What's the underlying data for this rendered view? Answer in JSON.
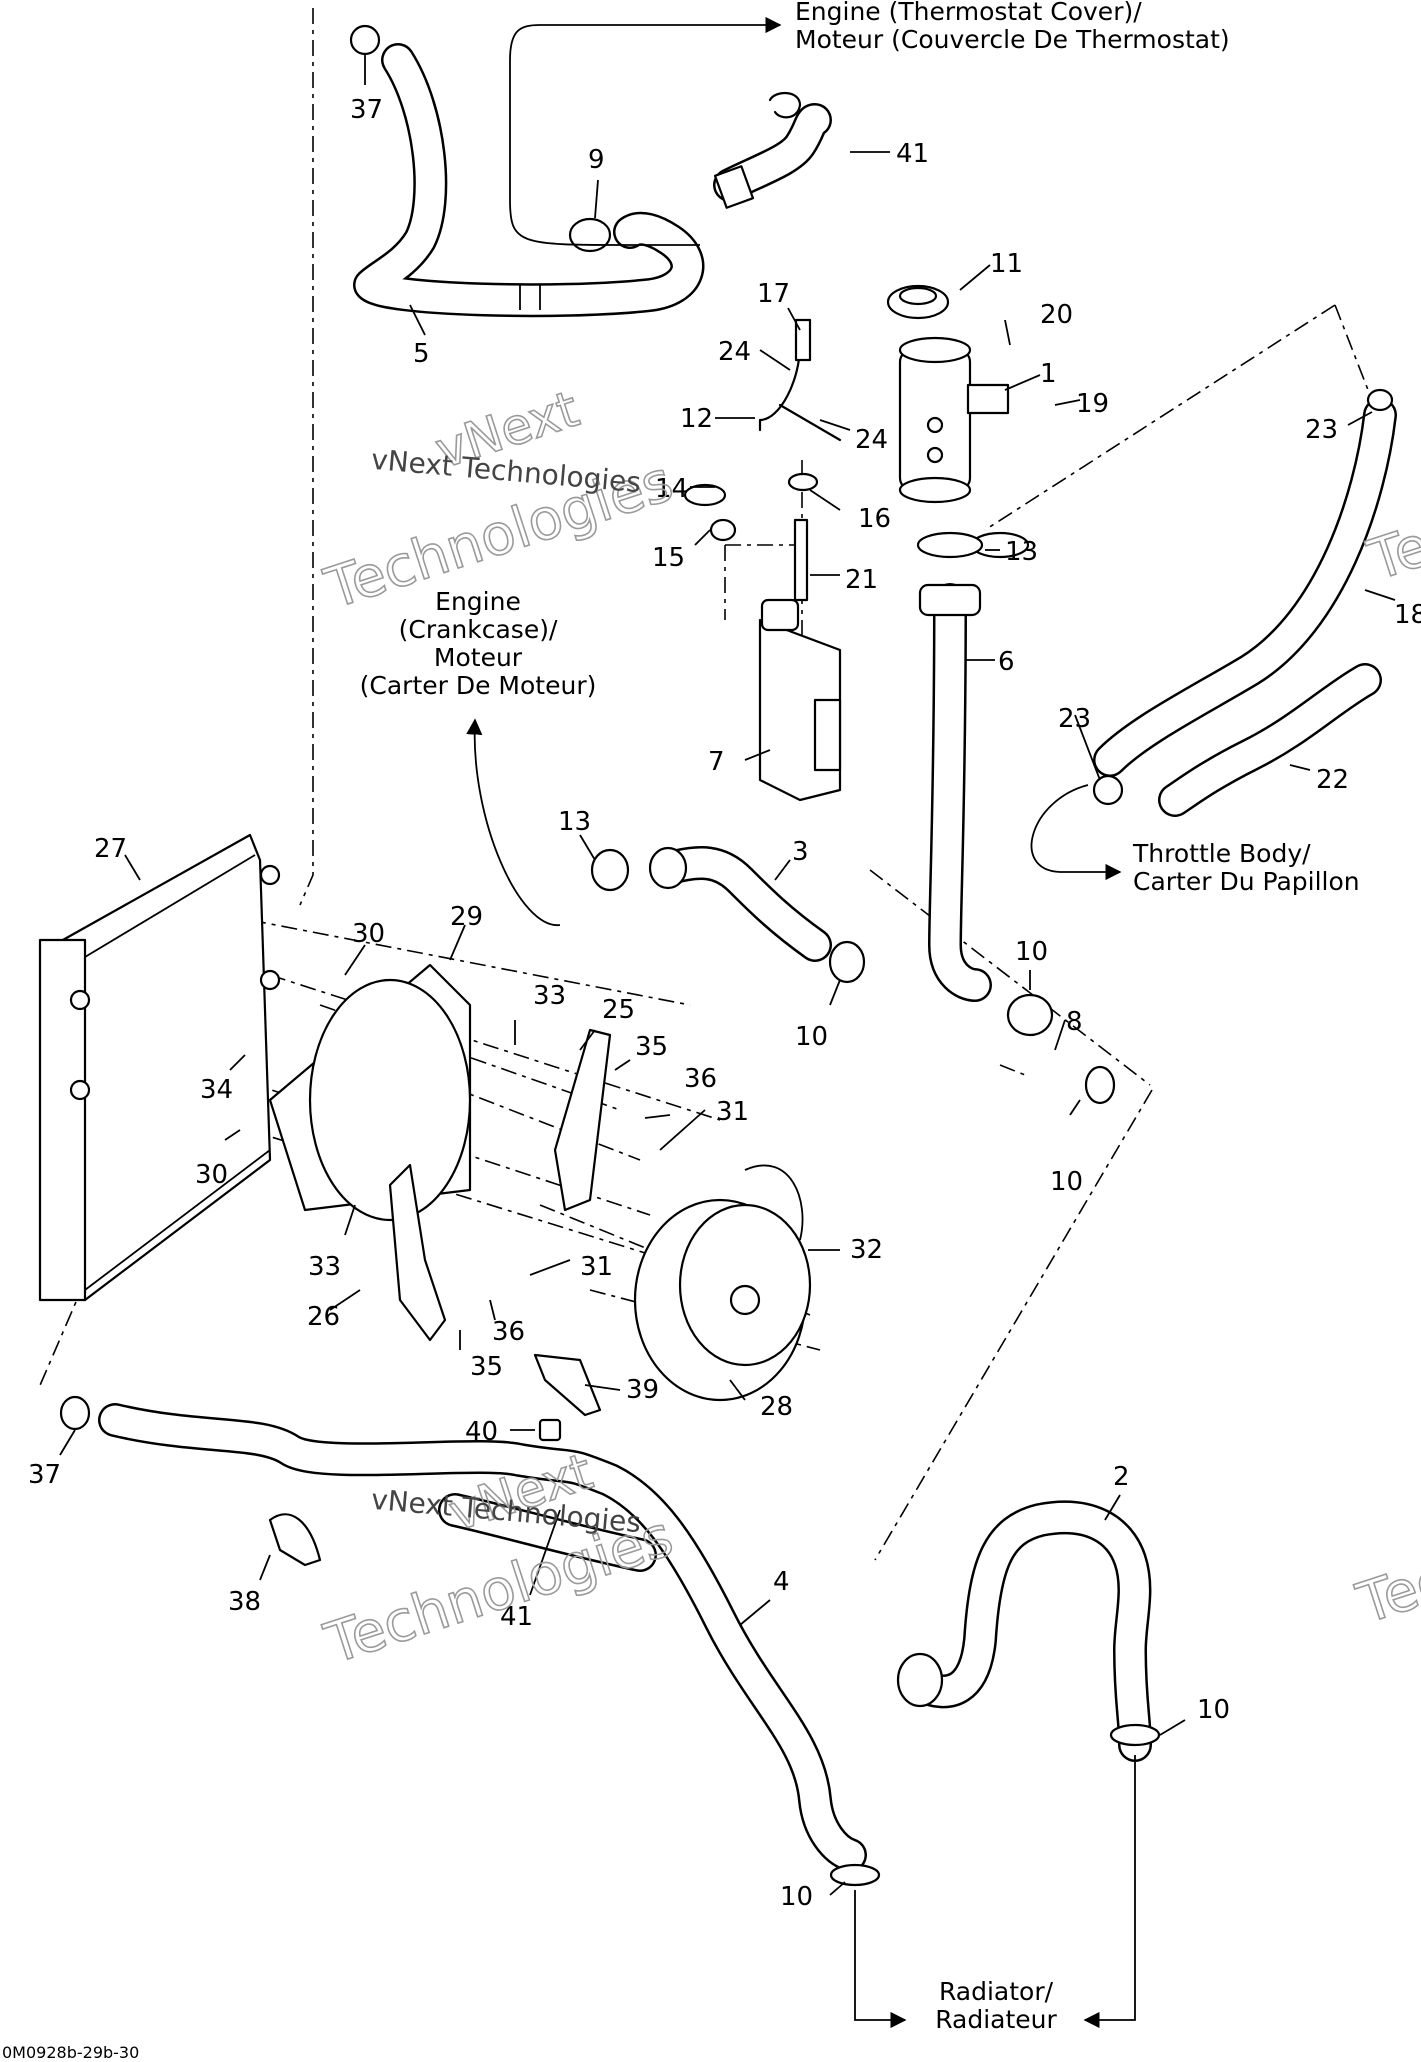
{
  "callouts": [
    {
      "id": "c37a",
      "text": "37"
    },
    {
      "id": "c5",
      "text": "5"
    },
    {
      "id": "c9",
      "text": "9"
    },
    {
      "id": "c41a",
      "text": "41"
    },
    {
      "id": "c11",
      "text": "11"
    },
    {
      "id": "c20",
      "text": "20"
    },
    {
      "id": "c17",
      "text": "17"
    },
    {
      "id": "c24a",
      "text": "24"
    },
    {
      "id": "c1",
      "text": "1"
    },
    {
      "id": "c12",
      "text": "12"
    },
    {
      "id": "c24b",
      "text": "24"
    },
    {
      "id": "c19",
      "text": "19"
    },
    {
      "id": "c23a",
      "text": "23"
    },
    {
      "id": "c14",
      "text": "14"
    },
    {
      "id": "c16",
      "text": "16"
    },
    {
      "id": "c15",
      "text": "15"
    },
    {
      "id": "c13a",
      "text": "13"
    },
    {
      "id": "c21",
      "text": "21"
    },
    {
      "id": "c18",
      "text": "18"
    },
    {
      "id": "c6",
      "text": "6"
    },
    {
      "id": "c7",
      "text": "7"
    },
    {
      "id": "c23b",
      "text": "23"
    },
    {
      "id": "c22",
      "text": "22"
    },
    {
      "id": "c27",
      "text": "27"
    },
    {
      "id": "c13b",
      "text": "13"
    },
    {
      "id": "c3",
      "text": "3"
    },
    {
      "id": "c10a",
      "text": "10"
    },
    {
      "id": "c10b",
      "text": "10"
    },
    {
      "id": "c30a",
      "text": "30"
    },
    {
      "id": "c29",
      "text": "29"
    },
    {
      "id": "c33a",
      "text": "33"
    },
    {
      "id": "c25",
      "text": "25"
    },
    {
      "id": "c35a",
      "text": "35"
    },
    {
      "id": "c36a",
      "text": "36"
    },
    {
      "id": "c8",
      "text": "8"
    },
    {
      "id": "c34",
      "text": "34"
    },
    {
      "id": "c31a",
      "text": "31"
    },
    {
      "id": "c10c",
      "text": "10"
    },
    {
      "id": "c30b",
      "text": "30"
    },
    {
      "id": "c32",
      "text": "32"
    },
    {
      "id": "c33b",
      "text": "33"
    },
    {
      "id": "c31b",
      "text": "31"
    },
    {
      "id": "c26",
      "text": "26"
    },
    {
      "id": "c36b",
      "text": "36"
    },
    {
      "id": "c35b",
      "text": "35"
    },
    {
      "id": "c39",
      "text": "39"
    },
    {
      "id": "c28",
      "text": "28"
    },
    {
      "id": "c40",
      "text": "40"
    },
    {
      "id": "c37b",
      "text": "37"
    },
    {
      "id": "c2",
      "text": "2"
    },
    {
      "id": "c4",
      "text": "4"
    },
    {
      "id": "c38",
      "text": "38"
    },
    {
      "id": "c41b",
      "text": "41"
    },
    {
      "id": "c10d",
      "text": "10"
    },
    {
      "id": "c10e",
      "text": "10"
    }
  ],
  "captions": {
    "thermostat_1": "Engine (Thermostat Cover)/",
    "thermostat_2": "Moteur (Couvercle De Thermostat)",
    "crankcase_1": "Engine",
    "crankcase_2": "(Crankcase)/",
    "crankcase_3": "Moteur",
    "crankcase_4": "(Carter De Moteur)",
    "throttle_1": "Throttle Body/",
    "throttle_2": "Carter Du Papillon",
    "radiator_1": "Radiator/",
    "radiator_2": "Radiateur"
  },
  "watermarks": {
    "line_1": "vNext",
    "line_2": "Technologies",
    "line_3": "vNext Technologies"
  },
  "drawing_code": "0M0928b-29b-30"
}
